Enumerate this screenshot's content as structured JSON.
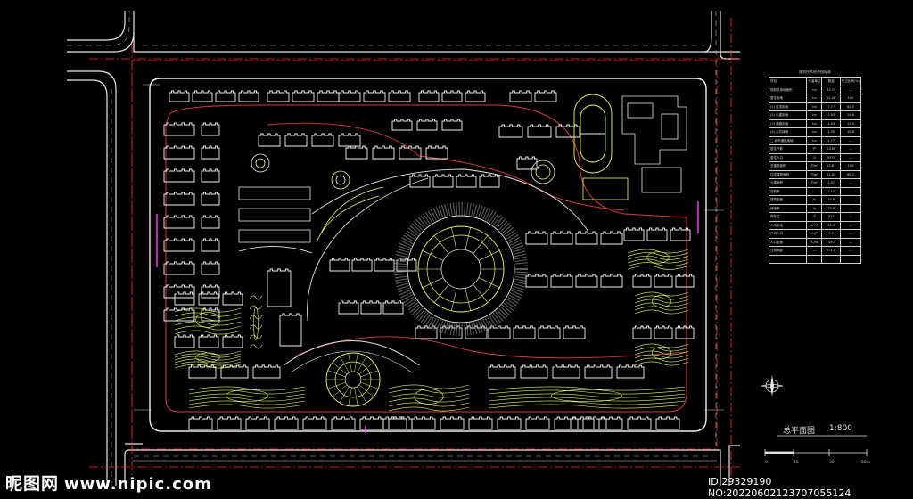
{
  "drawing": {
    "title": "总平面图",
    "scale": "1:800",
    "table_caption": "规划技术经济指标表",
    "table_rows": [
      [
        "项目",
        "计量单位",
        "数量",
        "所占比例(%)"
      ],
      [
        "规划总用地面积",
        "ha",
        "15.75",
        "—"
      ],
      [
        "居住用地",
        "ha",
        "12.48",
        "100"
      ],
      [
        "(1) 住宅用地",
        "ha",
        "7.77",
        "62.3"
      ],
      [
        "(2) 公建用地",
        "ha",
        "1.83",
        "14.6"
      ],
      [
        "(3) 道路用地",
        "ha",
        "1.54",
        "12.3"
      ],
      [
        "(4) 公共绿地",
        "ha",
        "1.35",
        "10.8"
      ],
      [
        "二 城市道路用地",
        "ha",
        "2.77",
        "—"
      ],
      [
        "居住户数",
        "户",
        "1536",
        "—"
      ],
      [
        "居住人口",
        "人",
        "5375",
        "—"
      ],
      [
        "总建筑面积",
        "万m²",
        "13.87",
        "100"
      ],
      [
        "住宅建筑面积",
        "万m²",
        "11.82",
        "85.2"
      ],
      [
        "公建面积",
        "万m²",
        "1.97",
        "—"
      ],
      [
        "容积率",
        "—",
        "1.10",
        "—"
      ],
      [
        "建筑密度",
        "%",
        "24.8",
        "—"
      ],
      [
        "绿地率",
        "%",
        "35.6",
        "—"
      ],
      [
        "停车位",
        "个",
        "815",
        "—"
      ],
      [
        "人均用地",
        "m²/人",
        "25.3",
        "—"
      ],
      [
        "户均人口",
        "人/户",
        "3.5",
        "—"
      ],
      [
        "人口密度",
        "人/ha",
        "430",
        "—"
      ],
      [
        "日照间距",
        "—",
        "1:1.2",
        "—"
      ],
      [
        "",
        "",
        "",
        ""
      ]
    ],
    "scale_bar_labels": [
      "0",
      "15",
      "30",
      "50m"
    ],
    "colors": {
      "road": "#f2f2f2",
      "boundary_red": "#ff2828",
      "building": "#f2f2f2",
      "landscape": "#e8ff66",
      "path_red": "#d23c3c",
      "magenta": "#ff3cff"
    }
  },
  "watermark": {
    "logo_text": "昵图网",
    "url": "www.nipic.com",
    "image_id": "ID:29329190 NO:20220602123707055124"
  }
}
